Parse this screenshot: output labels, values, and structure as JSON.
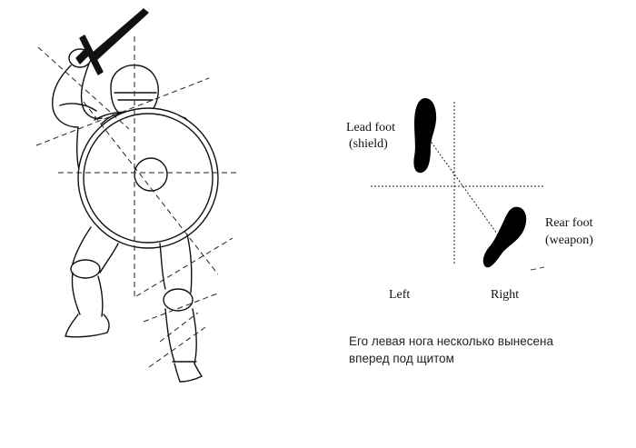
{
  "labels": {
    "lead_foot": {
      "line1": "Lead foot",
      "line2": "(shield)"
    },
    "rear_foot": {
      "line1": "Rear foot",
      "line2": "(weapon)"
    },
    "left": "Left",
    "right": "Right"
  },
  "caption": {
    "line1": "Его левая нога несколько вынесена",
    "line2": "вперед под щитом"
  },
  "colors": {
    "ink": "#111111",
    "fill": "#000000",
    "guide": "#222222"
  }
}
